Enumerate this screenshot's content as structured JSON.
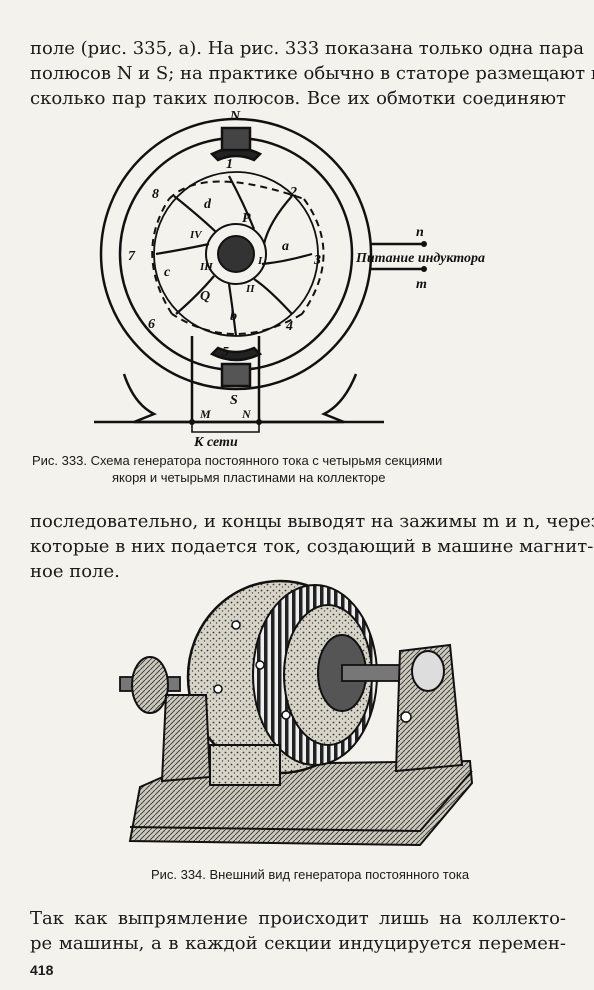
{
  "paragraphs": {
    "p1": [
      "поле (рис. 335, а). На рис. 333 показана только одна пара",
      "полюсов N и S; на практике обычно в статоре размещают не-",
      "сколько пар таких полюсов. Все их обмотки соединяют"
    ],
    "p2": [
      "последовательно, и концы выводят на зажимы m и n, через",
      "которые в них подается ток, создающий в машине магнит-",
      "ное поле."
    ],
    "p3": [
      "Так как выпрямление происходит лишь на коллекто-",
      "ре машины, а в каждой секции индуцируется перемен-"
    ]
  },
  "figure333": {
    "pole_top": "N",
    "pole_bottom": "S",
    "terminals": [
      "1",
      "2",
      "3",
      "4",
      "5",
      "6",
      "7",
      "8"
    ],
    "sections": [
      "a",
      "b",
      "c",
      "d"
    ],
    "plates": [
      "I",
      "II",
      "III",
      "IV"
    ],
    "brushes": [
      "P",
      "Q"
    ],
    "terminal_n": "n",
    "terminal_m": "m",
    "supply_label": "Питание индуктора",
    "clamp_m": "M",
    "clamp_n": "N",
    "network_label": "К сети"
  },
  "captions": {
    "fig333_line1": "Рис. 333. Схема генератора постоянного тока с четырьмя секциями",
    "fig333_line2": "якоря и четырьмя пластинами на коллекторе",
    "fig334": "Рис. 334. Внешний вид генератора постоянного тока"
  },
  "page_number": "418"
}
